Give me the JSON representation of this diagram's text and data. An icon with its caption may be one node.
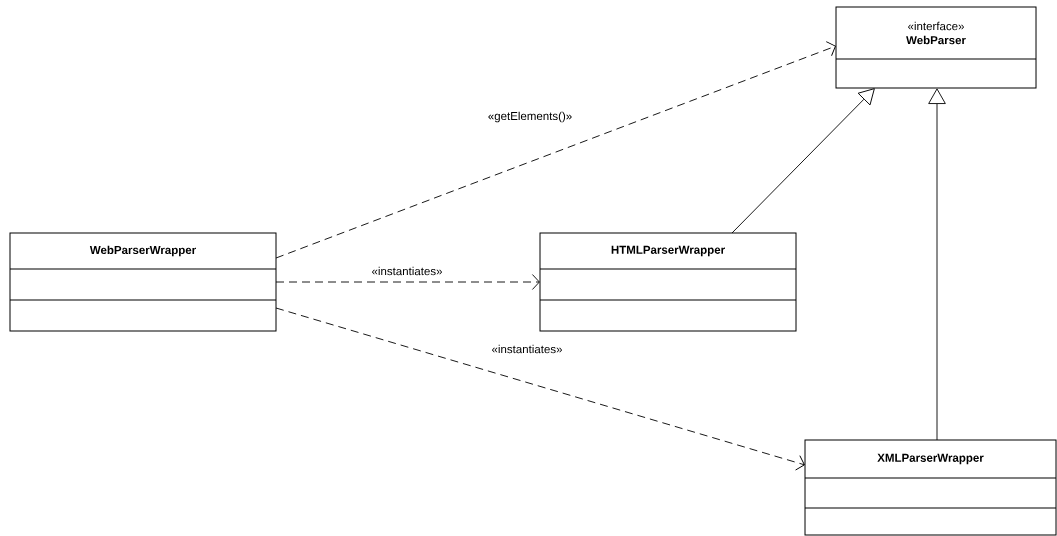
{
  "diagram": {
    "nodes": [
      {
        "text": [
          "«interface»",
          "WebParser"
        ]
      },
      {
        "text": [
          "WebParserWrapper"
        ]
      },
      {
        "text": [
          "HTMLParserWrapper"
        ]
      },
      {
        "text": [
          "XMLParserWrapper"
        ]
      }
    ],
    "edges": [
      {
        "from": 1,
        "to": 0,
        "arrow": "to",
        "style": "dashed",
        "label": "«getElements()»"
      },
      {
        "from": 1,
        "to": 2,
        "arrow": "to",
        "style": "dashed",
        "label": "«instantiates»"
      },
      {
        "from": 1,
        "to": 3,
        "arrow": "to",
        "style": "dashed",
        "label": "«instantiates»"
      },
      {
        "from": 2,
        "to": 0,
        "arrow": "to"
      },
      {
        "from": 3,
        "to": 0,
        "arrow": "to"
      }
    ]
  }
}
